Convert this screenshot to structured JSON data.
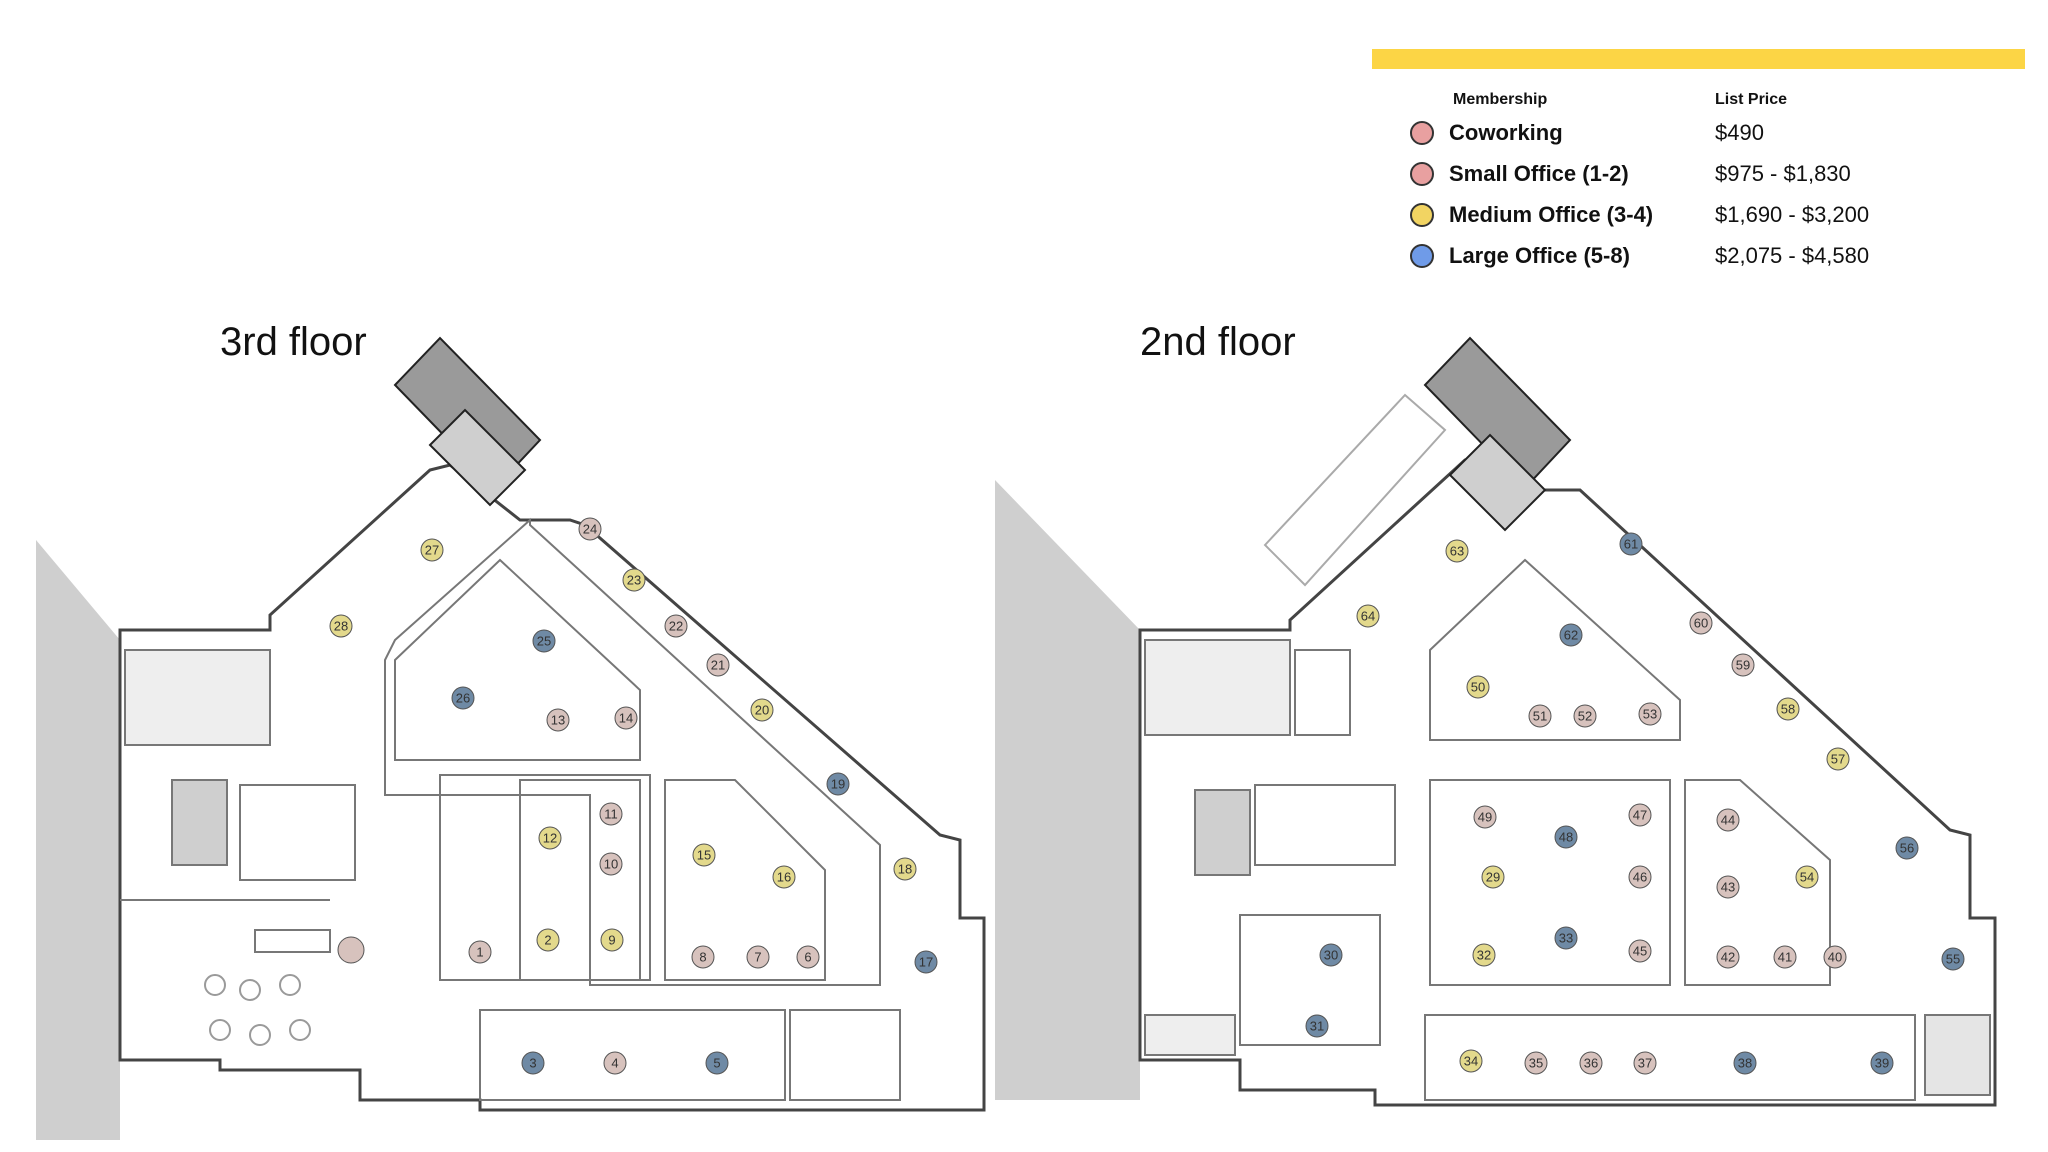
{
  "legend": {
    "header_membership": "Membership",
    "header_price": "List Price",
    "items": [
      {
        "label": "Coworking",
        "price": "$490",
        "color": "#e8a0a0"
      },
      {
        "label": "Small Office (1-2)",
        "price": "$975 - $1,830",
        "color": "#e8a0a0"
      },
      {
        "label": "Medium Office (3-4)",
        "price": "$1,690 - $3,200",
        "color": "#f2d462"
      },
      {
        "label": "Large Office (5-8)",
        "price": "$2,075 - $4,580",
        "color": "#6f9be8"
      }
    ],
    "bar_color": "#fcd545"
  },
  "floors": [
    {
      "title": "3rd floor"
    },
    {
      "title": "2nd floor"
    }
  ],
  "marker_colors": {
    "small": "#d7c2bd",
    "medium": "#e3d98c",
    "large": "#6f8aa5"
  },
  "spaces": [
    {
      "id": "1",
      "type": "small"
    },
    {
      "id": "2",
      "type": "medium"
    },
    {
      "id": "3",
      "type": "large"
    },
    {
      "id": "4",
      "type": "small"
    },
    {
      "id": "5",
      "type": "large"
    },
    {
      "id": "6",
      "type": "small"
    },
    {
      "id": "7",
      "type": "small"
    },
    {
      "id": "8",
      "type": "small"
    },
    {
      "id": "9",
      "type": "medium"
    },
    {
      "id": "10",
      "type": "small"
    },
    {
      "id": "11",
      "type": "small"
    },
    {
      "id": "12",
      "type": "medium"
    },
    {
      "id": "13",
      "type": "small"
    },
    {
      "id": "14",
      "type": "small"
    },
    {
      "id": "15",
      "type": "medium"
    },
    {
      "id": "16",
      "type": "medium"
    },
    {
      "id": "17",
      "type": "large"
    },
    {
      "id": "18",
      "type": "medium"
    },
    {
      "id": "19",
      "type": "large"
    },
    {
      "id": "20",
      "type": "medium"
    },
    {
      "id": "21",
      "type": "small"
    },
    {
      "id": "22",
      "type": "small"
    },
    {
      "id": "23",
      "type": "medium"
    },
    {
      "id": "24",
      "type": "small"
    },
    {
      "id": "25",
      "type": "large"
    },
    {
      "id": "26",
      "type": "large"
    },
    {
      "id": "27",
      "type": "medium"
    },
    {
      "id": "28",
      "type": "medium"
    },
    {
      "id": "",
      "type": "small"
    },
    {
      "id": "29",
      "type": "medium"
    },
    {
      "id": "30",
      "type": "large"
    },
    {
      "id": "31",
      "type": "large"
    },
    {
      "id": "32",
      "type": "medium"
    },
    {
      "id": "33",
      "type": "large"
    },
    {
      "id": "34",
      "type": "medium"
    },
    {
      "id": "35",
      "type": "small"
    },
    {
      "id": "36",
      "type": "small"
    },
    {
      "id": "37",
      "type": "small"
    },
    {
      "id": "38",
      "type": "large"
    },
    {
      "id": "39",
      "type": "large"
    },
    {
      "id": "40",
      "type": "small"
    },
    {
      "id": "41",
      "type": "small"
    },
    {
      "id": "42",
      "type": "small"
    },
    {
      "id": "43",
      "type": "small"
    },
    {
      "id": "44",
      "type": "small"
    },
    {
      "id": "45",
      "type": "small"
    },
    {
      "id": "46",
      "type": "small"
    },
    {
      "id": "47",
      "type": "small"
    },
    {
      "id": "48",
      "type": "large"
    },
    {
      "id": "49",
      "type": "small"
    },
    {
      "id": "50",
      "type": "medium"
    },
    {
      "id": "51",
      "type": "small"
    },
    {
      "id": "52",
      "type": "small"
    },
    {
      "id": "53",
      "type": "small"
    },
    {
      "id": "54",
      "type": "medium"
    },
    {
      "id": "55",
      "type": "large"
    },
    {
      "id": "56",
      "type": "large"
    },
    {
      "id": "57",
      "type": "medium"
    },
    {
      "id": "58",
      "type": "medium"
    },
    {
      "id": "59",
      "type": "small"
    },
    {
      "id": "60",
      "type": "small"
    },
    {
      "id": "61",
      "type": "large"
    },
    {
      "id": "62",
      "type": "large"
    },
    {
      "id": "63",
      "type": "medium"
    },
    {
      "id": "64",
      "type": "medium"
    }
  ]
}
